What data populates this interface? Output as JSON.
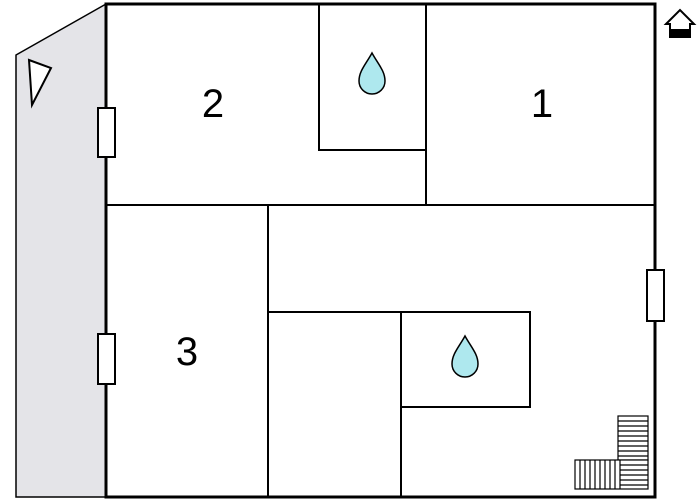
{
  "rooms": [
    {
      "number": "1"
    },
    {
      "number": "2"
    },
    {
      "number": "3"
    }
  ],
  "icons": {
    "water": "water-drop-icon",
    "house": "house-icon",
    "direction": "direction-triangle-icon",
    "stairs": "stairs-icon",
    "window": "window-icon"
  },
  "colors": {
    "wall": "#000000",
    "floor": "#ffffff",
    "outdoor_area": "#e4e4e8",
    "water": "#aee8ee"
  }
}
